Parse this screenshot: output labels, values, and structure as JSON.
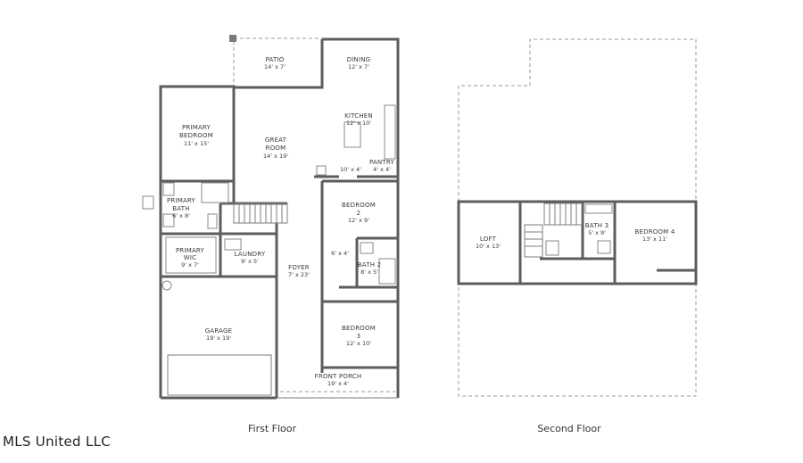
{
  "floors": [
    {
      "label": "First Floor"
    },
    {
      "label": "Second Floor"
    }
  ],
  "rooms": {
    "patio": {
      "name": "PATIO",
      "dim": "14' x 7'"
    },
    "dining": {
      "name": "DINING",
      "dim": "12' x 7'"
    },
    "kitchen": {
      "name": "KITCHEN",
      "dim": "12' x 10'"
    },
    "primary_bedroom": {
      "name_line1": "PRIMARY",
      "name_line2": "BEDROOM",
      "dim": "11' x 15'"
    },
    "great_room": {
      "name_line1": "GREAT",
      "name_line2": "ROOM",
      "dim": "14' x 19'"
    },
    "closet": {
      "dim": "10' x 4'"
    },
    "pantry": {
      "name": "PANTRY",
      "dim": "4' x 4'"
    },
    "primary_bath": {
      "name_line1": "PRIMARY",
      "name_line2": "BATH",
      "dim": "6' x 8'"
    },
    "bedroom2": {
      "name": "BEDROOM",
      "number": "2",
      "dim": "12' x 9'"
    },
    "primary_wic": {
      "name_line1": "PRIMARY",
      "name_line2": "WIC",
      "dim": "9' x 7'"
    },
    "laundry": {
      "name": "LAUNDRY",
      "dim": "9' x 5'"
    },
    "hall_closet": {
      "dim": "6' x 4'"
    },
    "bath2": {
      "name": "BATH 2",
      "dim": "8' x 5'"
    },
    "foyer": {
      "name": "FOYER",
      "dim": "7' x 23'"
    },
    "garage": {
      "name": "GARAGE",
      "dim": "19' x 19'"
    },
    "bedroom3": {
      "name": "BEDROOM",
      "number": "3",
      "dim": "12' x 10'"
    },
    "front_porch": {
      "name": "FRONT PORCH",
      "dim": "19' x 4'"
    },
    "loft": {
      "name": "LOFT",
      "dim": "10' x 13'"
    },
    "bath3": {
      "name": "BATH 3",
      "dim": "5' x 9'"
    },
    "bedroom4": {
      "name": "BEDROOM 4",
      "dim": "13' x 11'"
    }
  },
  "watermark": "MLS United LLC"
}
